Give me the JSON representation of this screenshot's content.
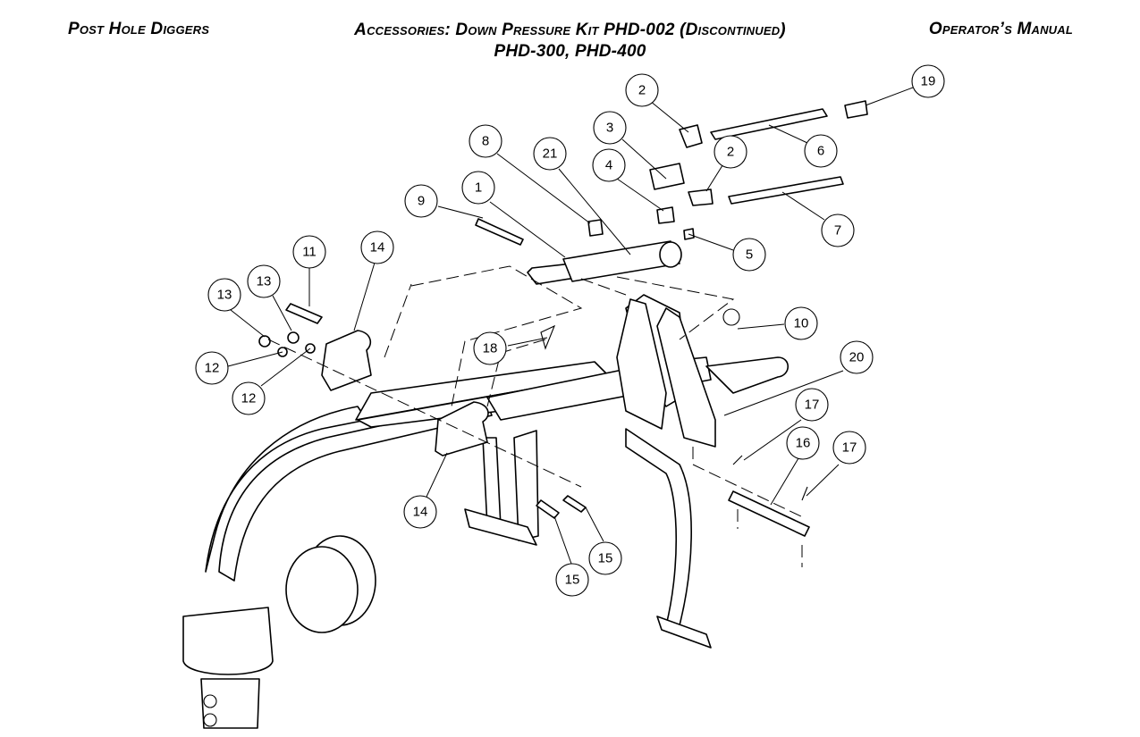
{
  "header": {
    "left": "Post Hole Diggers",
    "center_line1": "Accessories: Down Pressure Kit PHD-002 (Discontinued)",
    "center_line2": "PHD-300, PHD-400",
    "right": "Operator’s Manual"
  },
  "callouts": [
    "1",
    "2",
    "2",
    "3",
    "4",
    "5",
    "6",
    "7",
    "8",
    "9",
    "10",
    "11",
    "12",
    "12",
    "13",
    "13",
    "14",
    "14",
    "15",
    "15",
    "16",
    "17",
    "17",
    "18",
    "19",
    "20",
    "21"
  ]
}
